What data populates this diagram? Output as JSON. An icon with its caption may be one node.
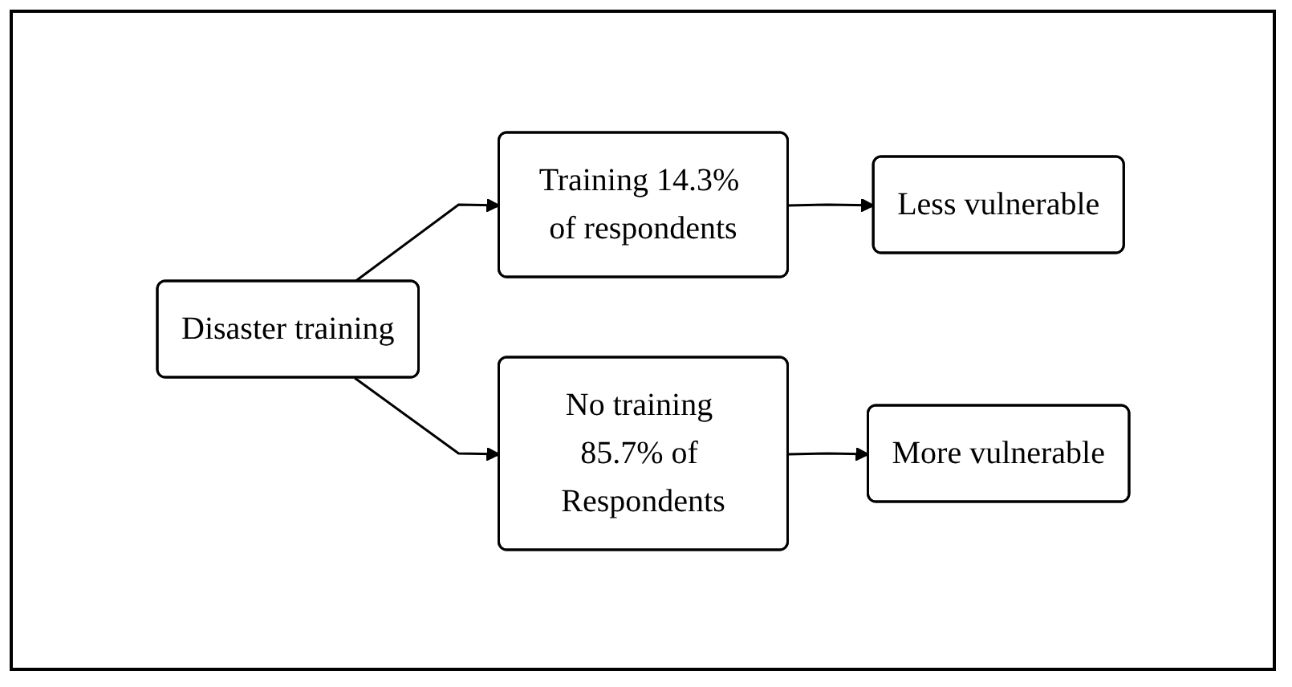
{
  "diagram": {
    "nodes": [
      {
        "text": [
          "Disaster training"
        ]
      },
      {
        "text": [
          "Training 14.3% of respondents"
        ]
      },
      {
        "text": [
          "Less vulnerable"
        ]
      },
      {
        "text": [
          "No training 85.7% of Respondents"
        ]
      },
      {
        "text": [
          "More vulnerable"
        ]
      }
    ],
    "edges": [
      {
        "from": 0,
        "to": 1,
        "arrow": "to"
      },
      {
        "from": 1,
        "to": 2,
        "arrow": "to"
      },
      {
        "from": 0,
        "to": 3,
        "arrow": "to"
      },
      {
        "from": 3,
        "to": 4,
        "arrow": "to"
      }
    ]
  }
}
